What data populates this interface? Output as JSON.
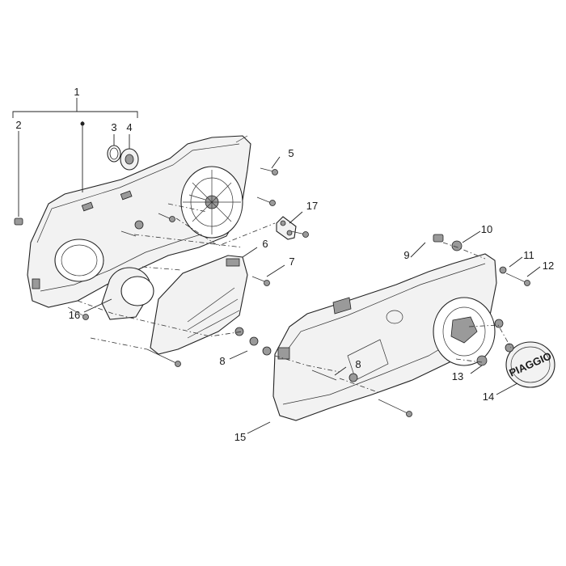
{
  "diagram": {
    "callouts": [
      {
        "id": "c1",
        "text": "1"
      },
      {
        "id": "c2",
        "text": "2"
      },
      {
        "id": "c3",
        "text": "3"
      },
      {
        "id": "c4",
        "text": "4"
      },
      {
        "id": "c5",
        "text": "5"
      },
      {
        "id": "c6",
        "text": "6"
      },
      {
        "id": "c7",
        "text": "7"
      },
      {
        "id": "c8a",
        "text": "8"
      },
      {
        "id": "c8b",
        "text": "8"
      },
      {
        "id": "c9",
        "text": "9"
      },
      {
        "id": "c10",
        "text": "10"
      },
      {
        "id": "c11",
        "text": "11"
      },
      {
        "id": "c12",
        "text": "12"
      },
      {
        "id": "c13",
        "text": "13"
      },
      {
        "id": "c14",
        "text": "14"
      },
      {
        "id": "c15",
        "text": "15"
      },
      {
        "id": "c16",
        "text": "16"
      },
      {
        "id": "c17",
        "text": "17"
      }
    ],
    "badge_logo_text": "PIAGGIO",
    "colors": {
      "line": "#222222",
      "fill": "#f2f2f2",
      "background": "#ffffff"
    }
  }
}
